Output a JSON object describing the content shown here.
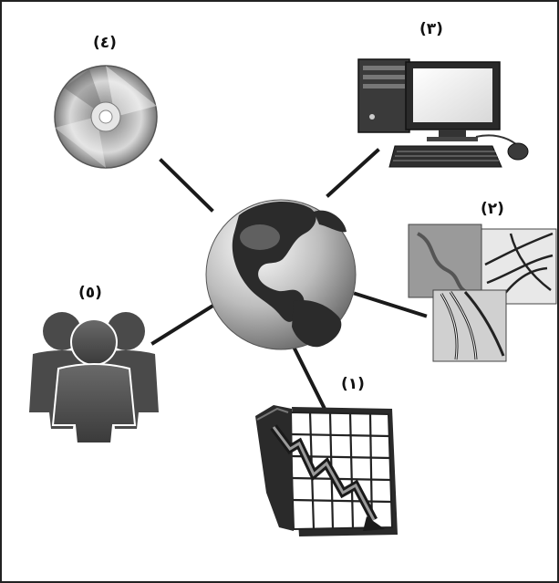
{
  "labels": {
    "disc": "(٤)",
    "computer": "(٣)",
    "map": "(٢)",
    "people": "(٥)",
    "chart": "(١)"
  },
  "colors": {
    "line": "#1a1a1a",
    "ocean": "#c9c9c9",
    "land": "#2b2b2b"
  }
}
